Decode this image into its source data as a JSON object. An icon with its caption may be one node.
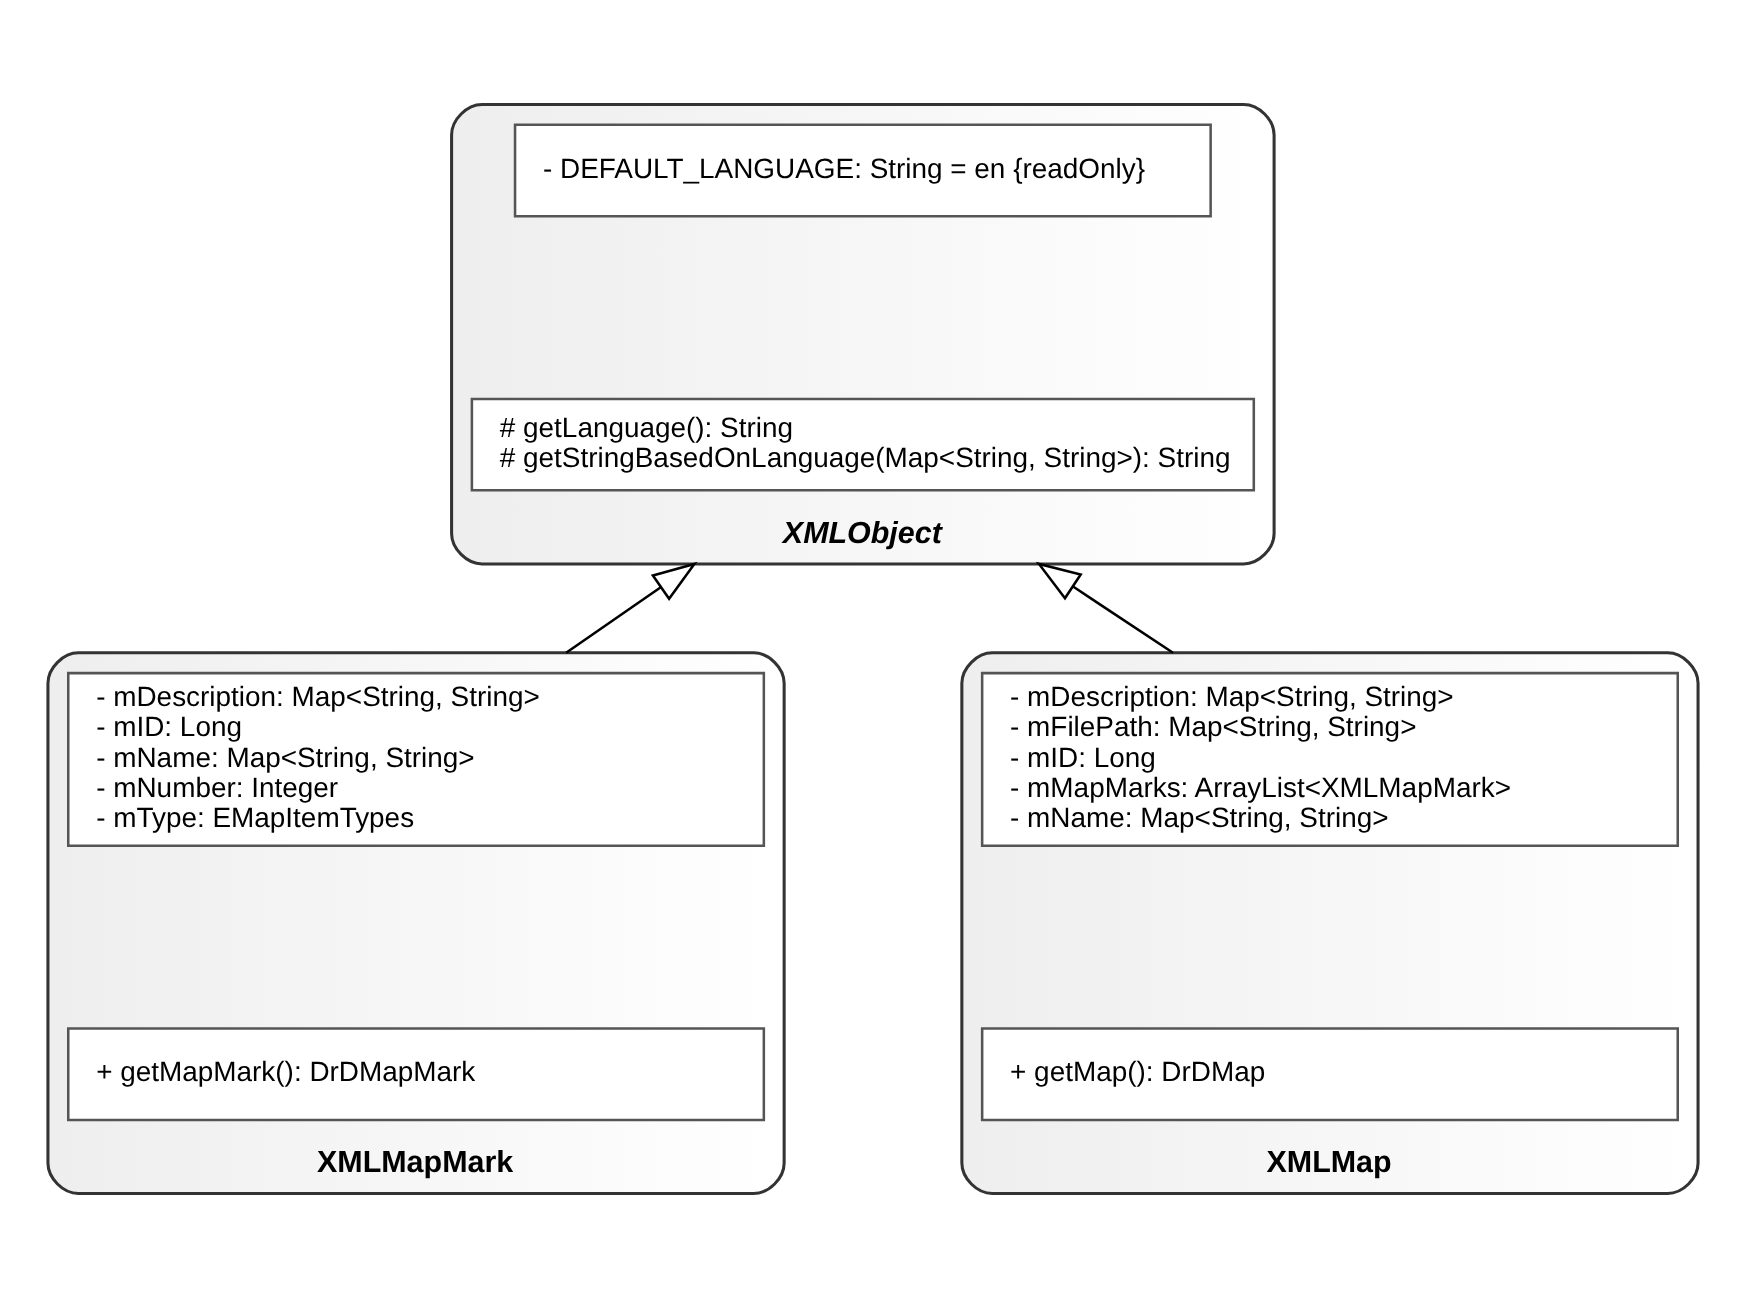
{
  "diagram": {
    "nodes": [
      {
        "text": [
          "XMLObject"
        ]
      },
      {
        "text": [
          "- DEFAULT_LANGUAGE: String = en {readOnly}"
        ],
        "in": 0
      },
      {
        "text": [
          "# getLanguage(): String",
          "# getStringBasedOnLanguage(Map<String, String>): String"
        ],
        "in": 0
      },
      {
        "text": [
          "XMLMapMark"
        ]
      },
      {
        "text": [
          "- mDescription: Map<String, String>",
          "- mID: Long",
          "- mName: Map<String, String>",
          "- mNumber: Integer",
          "- mType: EMapItemTypes"
        ],
        "in": 3
      },
      {
        "text": [
          "+ getMapMark(): DrDMapMark"
        ],
        "in": 3
      },
      {
        "text": [
          "XMLMap"
        ]
      },
      {
        "text": [
          "- mDescription: Map<String, String>",
          "- mFilePath: Map<String, String>",
          "- mID: Long",
          "- mMapMarks: ArrayList<XMLMapMark>",
          "- mName: Map<String, String>"
        ],
        "in": 6
      },
      {
        "text": [
          "+ getMap(): DrDMap"
        ],
        "in": 6
      }
    ],
    "edges": [
      {
        "from": 3,
        "to": 0,
        "arrow": "to"
      },
      {
        "from": 6,
        "to": 0,
        "arrow": "to"
      }
    ]
  }
}
